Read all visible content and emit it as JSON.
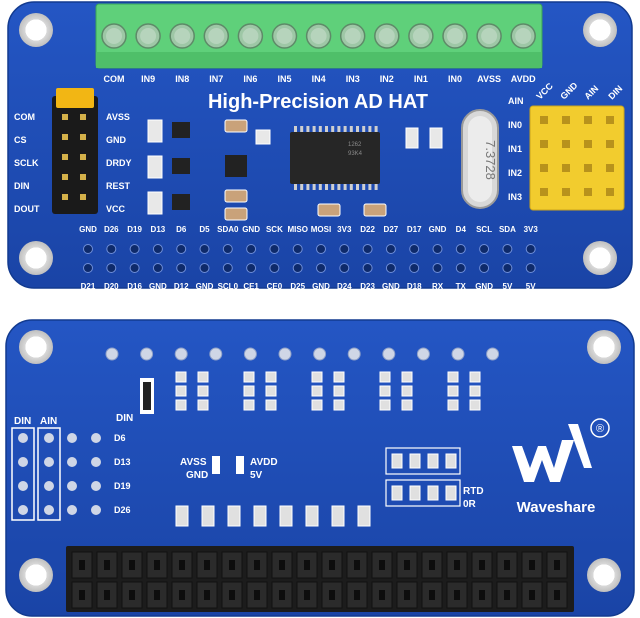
{
  "top_board": {
    "title": "High-Precision AD HAT",
    "terminal_labels": [
      "COM",
      "IN9",
      "IN8",
      "IN7",
      "IN6",
      "IN5",
      "IN4",
      "IN3",
      "IN2",
      "IN1",
      "IN0",
      "AVSS",
      "AVDD"
    ],
    "left_pins_left": [
      "COM",
      "CS",
      "SCLK",
      "DIN",
      "DOUT"
    ],
    "left_pins_right": [
      "AVSS",
      "GND",
      "DRDY",
      "REST",
      "VCC"
    ],
    "right_header_cols": [
      "VCC",
      "GND",
      "AIN",
      "DIN"
    ],
    "right_header_rows": [
      "AIN",
      "IN0",
      "IN1",
      "IN2",
      "IN3"
    ],
    "gpio_top": [
      "GND",
      "D26",
      "D19",
      "D13",
      "D6",
      "D5",
      "SDA0",
      "GND",
      "SCK",
      "MISO",
      "MOSI",
      "3V3",
      "D22",
      "D27",
      "D17",
      "GND",
      "D4",
      "SCL",
      "SDA",
      "3V3"
    ],
    "gpio_bottom": [
      "D21",
      "D20",
      "D16",
      "GND",
      "D12",
      "GND",
      "SCL0",
      "CE1",
      "CE0",
      "D25",
      "GND",
      "D24",
      "D23",
      "GND",
      "D18",
      "RX",
      "TX",
      "GND",
      "5V",
      "5V"
    ],
    "crystal_text": "7.3728"
  },
  "bottom_board": {
    "din_label": "DIN",
    "left_header_labels": [
      "DIN",
      "AIN"
    ],
    "side_labels": [
      "D6",
      "D13",
      "D19",
      "D26"
    ],
    "jumper_left": [
      "AVSS",
      "GND"
    ],
    "jumper_right": [
      "AVDD",
      "5V"
    ],
    "rtd_labels": [
      "RTD",
      "0R"
    ],
    "brand": "Waveshare",
    "registered": "®"
  },
  "colors": {
    "pcb_blue": "#1f4fb7",
    "terminal_green": "#5fd07a",
    "header_yellow": "#f2cc2e",
    "silkscreen": "#ffffff"
  }
}
